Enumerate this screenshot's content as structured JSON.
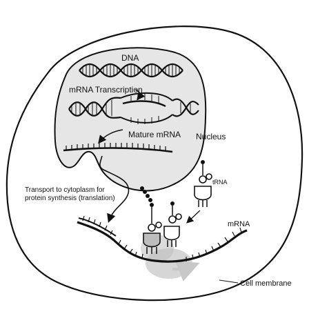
{
  "labels": {
    "dna": "DNA",
    "transcription": "mRNA Transcription",
    "mature_mrna": "Mature mRNA",
    "nucleus": "Nucleus",
    "transport_line1": "Transport to cytoplasm for",
    "transport_line2": "protein synthesis (translation)",
    "trna": "tRNA",
    "mrna": "mRNA",
    "cell_membrane": "Cell membrane"
  },
  "colors": {
    "nucleus_fill": "#e6e6e6",
    "ribosome": "#bdbdbd",
    "ribosome_shadow": "#d6d6d6",
    "stroke": "#111111"
  }
}
